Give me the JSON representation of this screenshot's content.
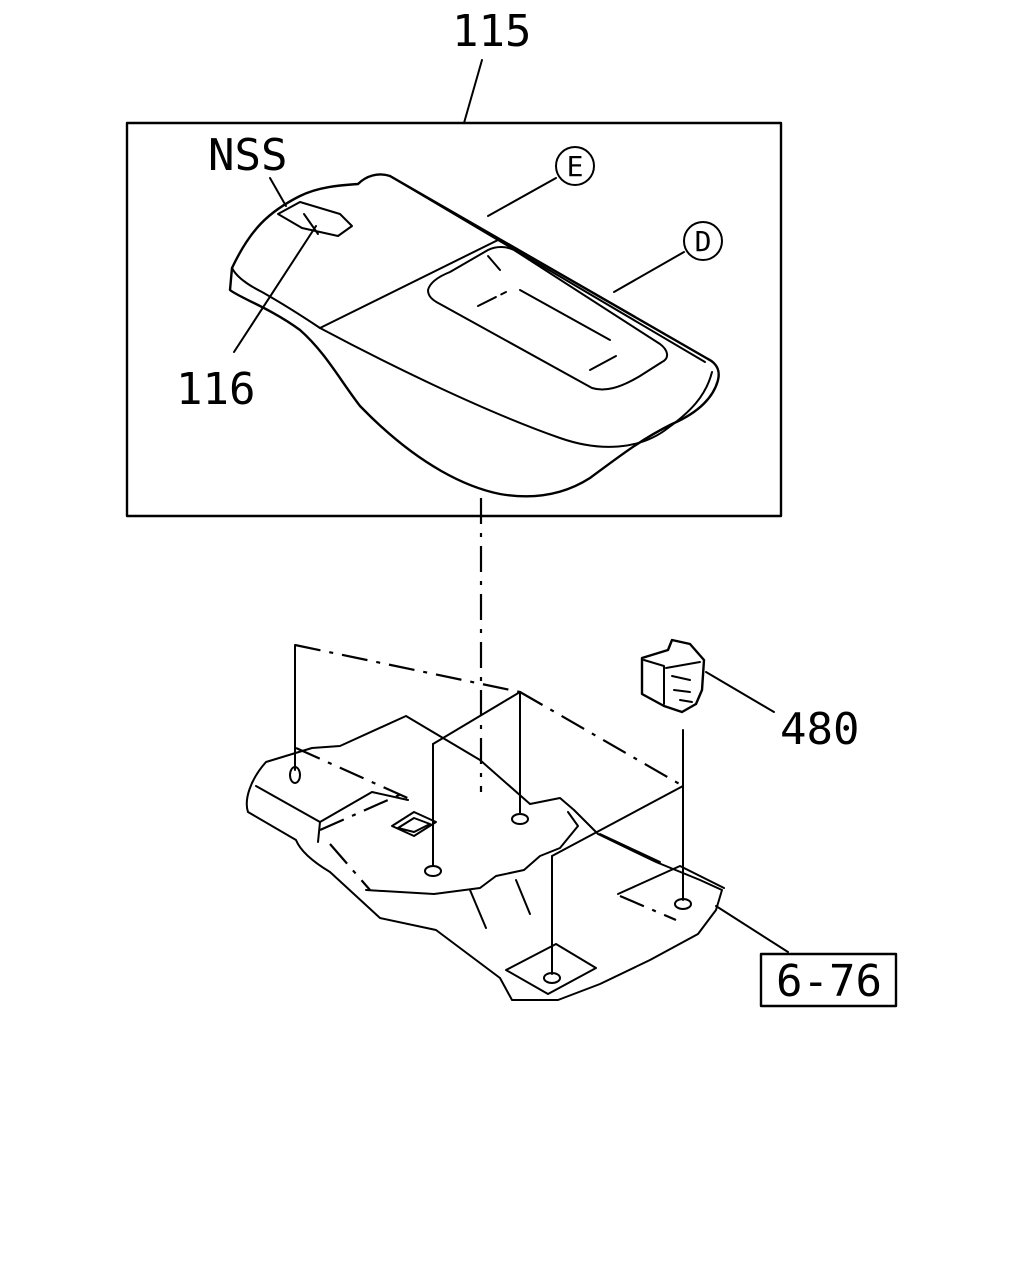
{
  "labels": {
    "assembly": "115",
    "nss": "NSS",
    "part_116": "116",
    "part_480": "480",
    "ref_box": "6-76"
  },
  "callouts": {
    "e": "E",
    "d": "D"
  }
}
